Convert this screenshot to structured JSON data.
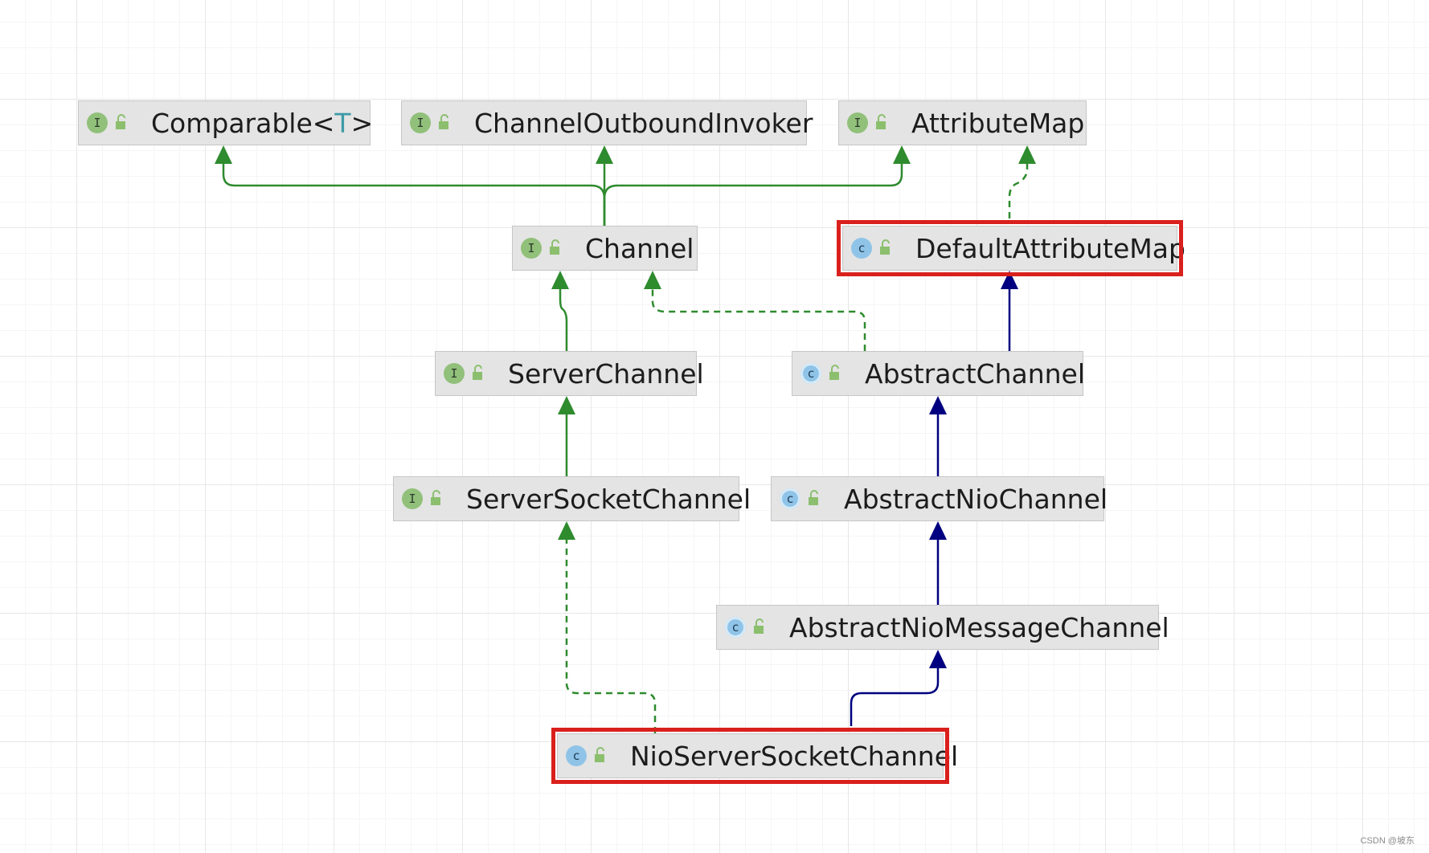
{
  "diagram": {
    "colors": {
      "interface_edge": "#2e8b2e",
      "class_edge": "#000080",
      "highlight": "#d9201c",
      "node_fill": "#e4e4e4"
    },
    "nodes": [
      {
        "id": "comparable",
        "label": "Comparable<",
        "generic": "T",
        "label_end": ">",
        "kind": "interface",
        "icon": "interface-icon",
        "highlighted": false
      },
      {
        "id": "channel-outbound-invoker",
        "label": "ChannelOutboundInvoker",
        "kind": "interface",
        "icon": "interface-icon",
        "highlighted": false
      },
      {
        "id": "attribute-map",
        "label": "AttributeMap",
        "kind": "interface",
        "icon": "interface-icon",
        "highlighted": false
      },
      {
        "id": "channel",
        "label": "Channel",
        "kind": "interface",
        "icon": "interface-icon",
        "highlighted": false
      },
      {
        "id": "default-attribute-map",
        "label": "DefaultAttributeMap",
        "kind": "class",
        "icon": "class-icon",
        "highlighted": true
      },
      {
        "id": "server-channel",
        "label": "ServerChannel",
        "kind": "interface",
        "icon": "interface-icon",
        "highlighted": false
      },
      {
        "id": "abstract-channel",
        "label": "AbstractChannel",
        "kind": "abstract",
        "icon": "abstract-class-icon",
        "highlighted": false
      },
      {
        "id": "server-socket-channel",
        "label": "ServerSocketChannel",
        "kind": "interface",
        "icon": "interface-icon",
        "highlighted": false
      },
      {
        "id": "abstract-nio-channel",
        "label": "AbstractNioChannel",
        "kind": "abstract",
        "icon": "abstract-class-icon",
        "highlighted": false
      },
      {
        "id": "abstract-nio-message-channel",
        "label": "AbstractNioMessageChannel",
        "kind": "abstract",
        "icon": "abstract-class-icon",
        "highlighted": false
      },
      {
        "id": "nio-server-socket-channel",
        "label": "NioServerSocketChannel",
        "kind": "class",
        "icon": "class-icon",
        "highlighted": true
      }
    ],
    "edges": [
      {
        "from": "channel",
        "to": "comparable",
        "relation": "extends",
        "style": "solid-green"
      },
      {
        "from": "channel",
        "to": "channel-outbound-invoker",
        "relation": "extends",
        "style": "solid-green"
      },
      {
        "from": "channel",
        "to": "attribute-map",
        "relation": "extends",
        "style": "solid-green"
      },
      {
        "from": "default-attribute-map",
        "to": "attribute-map",
        "relation": "implements",
        "style": "dashed-green"
      },
      {
        "from": "server-channel",
        "to": "channel",
        "relation": "extends",
        "style": "solid-green"
      },
      {
        "from": "abstract-channel",
        "to": "channel",
        "relation": "implements",
        "style": "dashed-green"
      },
      {
        "from": "abstract-channel",
        "to": "default-attribute-map",
        "relation": "extends",
        "style": "solid-blue"
      },
      {
        "from": "server-socket-channel",
        "to": "server-channel",
        "relation": "extends",
        "style": "solid-green"
      },
      {
        "from": "abstract-nio-channel",
        "to": "abstract-channel",
        "relation": "extends",
        "style": "solid-blue"
      },
      {
        "from": "abstract-nio-message-channel",
        "to": "abstract-nio-channel",
        "relation": "extends",
        "style": "solid-blue"
      },
      {
        "from": "nio-server-socket-channel",
        "to": "server-socket-channel",
        "relation": "implements",
        "style": "dashed-green"
      },
      {
        "from": "nio-server-socket-channel",
        "to": "abstract-nio-message-channel",
        "relation": "extends",
        "style": "solid-blue"
      }
    ]
  },
  "watermark": "CSDN @坡东"
}
